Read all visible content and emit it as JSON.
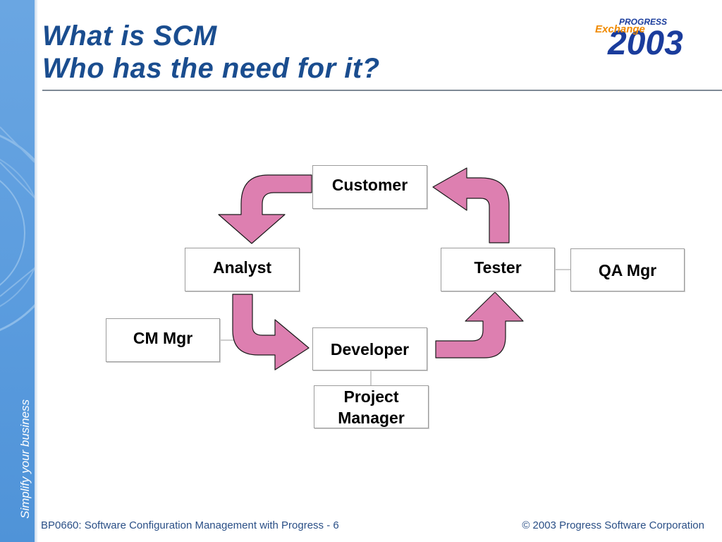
{
  "slide": {
    "title_line1": "What is SCM",
    "title_line2": "Who has the need for it?",
    "tagline": "Simplify your business"
  },
  "logo": {
    "brand_top": "PROGRESS",
    "brand_middle": "Exchange",
    "year": "2003",
    "colors": {
      "blue": "#1a3c9c",
      "orange": "#f08a00"
    }
  },
  "diagram": {
    "roles": {
      "customer": "Customer",
      "analyst": "Analyst",
      "tester": "Tester",
      "qa_mgr": "QA Mgr",
      "cm_mgr": "CM Mgr",
      "developer": "Developer",
      "project_manager_line1": "Project",
      "project_manager_line2": "Manager"
    },
    "arrow_color": "#dd7fb0",
    "flow": [
      "Customer",
      "Analyst",
      "Developer",
      "Tester",
      "Customer"
    ]
  },
  "footer": {
    "left": "BP0660: Software Configuration Management with Progress - 6",
    "right": "© 2003 Progress Software Corporation"
  },
  "colors": {
    "title": "#1a4d8f",
    "sidebar": "#5b9cde",
    "footer_text": "#2a4f86"
  }
}
